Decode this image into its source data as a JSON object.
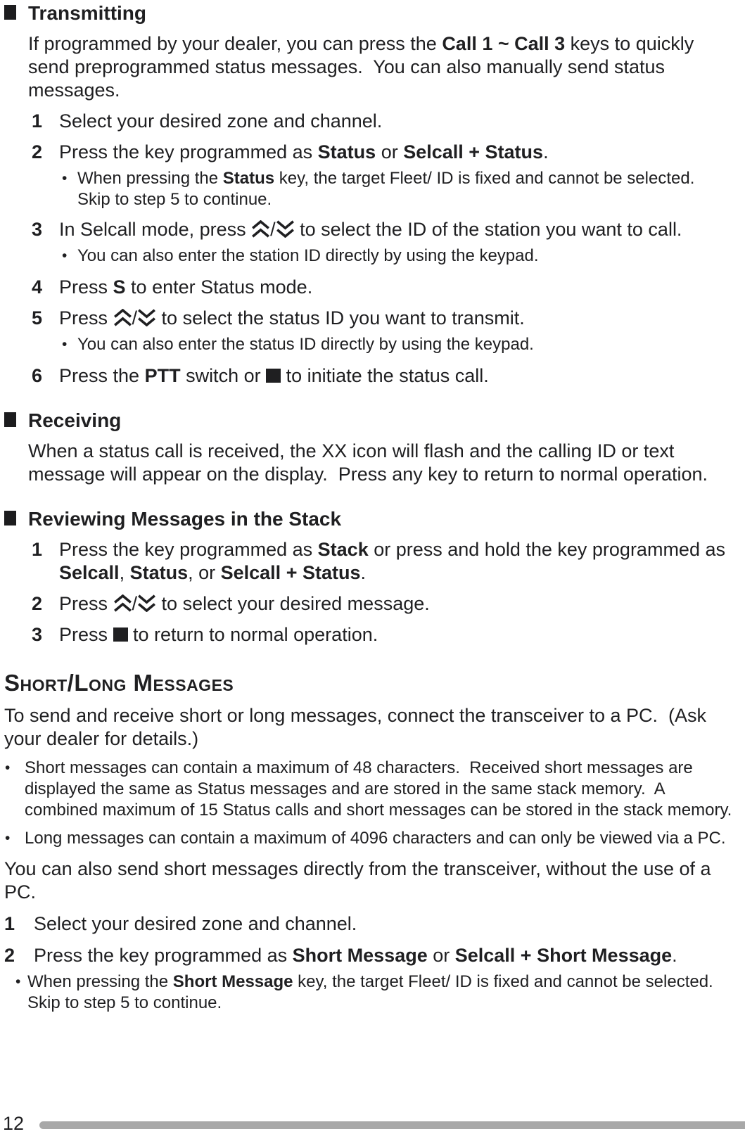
{
  "page": {
    "number": "12"
  },
  "colors": {
    "text": "#1f1f21",
    "footer_bar": "#a8a8a8",
    "heading_square": "#1c1c1e"
  },
  "glyphs": {
    "bullet": "•"
  },
  "sections": {
    "transmitting": {
      "title": "Transmitting",
      "intro": [
        {
          "t": "If programmed by your dealer, you can press the "
        },
        {
          "t": "Call 1 ~ Call 3",
          "b": true
        },
        {
          "t": " keys to quickly send preprogrammed status messages.  You can also manually send status messages."
        }
      ],
      "steps": [
        {
          "num": "1",
          "text": [
            {
              "t": "Select your desired zone and channel."
            }
          ]
        },
        {
          "num": "2",
          "text": [
            {
              "t": "Press the key programmed as "
            },
            {
              "t": "Status",
              "b": true
            },
            {
              "t": " or "
            },
            {
              "t": "Selcall + Status",
              "b": true
            },
            {
              "t": "."
            }
          ],
          "notes": [
            [
              {
                "t": "When pressing the "
              },
              {
                "t": "Status",
                "b": true
              },
              {
                "t": " key, the target Fleet/ ID is fixed and cannot be selected.  Skip to step 5 to continue."
              }
            ]
          ]
        },
        {
          "num": "3",
          "text": [
            {
              "t": "In Selcall mode, press "
            },
            {
              "icon": "chevrons-up"
            },
            {
              "t": "/"
            },
            {
              "icon": "chevrons-down"
            },
            {
              "t": " to select the ID of the station you want to call."
            }
          ],
          "notes": [
            [
              {
                "t": "You can also enter the station ID directly by using the keypad."
              }
            ]
          ]
        },
        {
          "num": "4",
          "text": [
            {
              "t": "Press "
            },
            {
              "t": "S",
              "b": true
            },
            {
              "t": " to enter Status mode."
            }
          ]
        },
        {
          "num": "5",
          "text": [
            {
              "t": "Press "
            },
            {
              "icon": "chevrons-up"
            },
            {
              "t": "/"
            },
            {
              "icon": "chevrons-down"
            },
            {
              "t": " to select the status ID you want to transmit."
            }
          ],
          "notes": [
            [
              {
                "t": "You can also enter the status ID directly by using the keypad."
              }
            ]
          ]
        },
        {
          "num": "6",
          "text": [
            {
              "t": "Press the "
            },
            {
              "t": "PTT",
              "b": true
            },
            {
              "t": " switch or "
            },
            {
              "icon": "square-key"
            },
            {
              "t": " to initiate the status call."
            }
          ]
        }
      ]
    },
    "receiving": {
      "title": "Receiving",
      "body": [
        {
          "t": "When a status call is received, the XX icon will flash and the calling ID or text message will appear on the display.  Press any key to return to normal operation."
        }
      ]
    },
    "reviewing": {
      "title": "Reviewing Messages in the Stack",
      "steps": [
        {
          "num": "1",
          "text": [
            {
              "t": "Press the key programmed as "
            },
            {
              "t": "Stack",
              "b": true
            },
            {
              "t": " or press and hold the key programmed as "
            },
            {
              "t": "Selcall",
              "b": true
            },
            {
              "t": ", "
            },
            {
              "t": "Status",
              "b": true
            },
            {
              "t": ", or "
            },
            {
              "t": "Selcall + Status",
              "b": true
            },
            {
              "t": "."
            }
          ]
        },
        {
          "num": "2",
          "text": [
            {
              "t": "Press "
            },
            {
              "icon": "chevrons-up"
            },
            {
              "t": "/"
            },
            {
              "icon": "chevrons-down"
            },
            {
              "t": " to select your desired message."
            }
          ]
        },
        {
          "num": "3",
          "text": [
            {
              "t": "Press "
            },
            {
              "icon": "square-key"
            },
            {
              "t": " to return to normal operation."
            }
          ]
        }
      ]
    },
    "short_long": {
      "title": "Short/Long Messages",
      "intro": [
        {
          "t": "To send and receive short or long messages, connect the transceiver to a PC.  (Ask your dealer for details.)"
        }
      ],
      "bullets": [
        [
          {
            "t": "Short messages can contain a maximum of 48 characters.  Received short messages are displayed the same as Status messages and are stored in the same stack memory.  A combined maximum of 15 Status calls and short messages can be stored in the stack memory."
          }
        ],
        [
          {
            "t": "Long messages can contain a maximum of 4096 characters and can only be viewed via a PC."
          }
        ]
      ],
      "para2": [
        {
          "t": "You can also send short messages directly from the transceiver, without the use of a PC."
        }
      ],
      "steps": [
        {
          "num": "1",
          "text": [
            {
              "t": "Select your desired zone and channel."
            }
          ]
        },
        {
          "num": "2",
          "text": [
            {
              "t": "Press the key programmed as "
            },
            {
              "t": "Short Message",
              "b": true
            },
            {
              "t": " or "
            },
            {
              "t": "Selcall + Short Message",
              "b": true
            },
            {
              "t": "."
            }
          ],
          "notes": [
            [
              {
                "t": "When pressing the "
              },
              {
                "t": "Short Message",
                "b": true
              },
              {
                "t": " key, the target Fleet/ ID is fixed and cannot be selected.  Skip to step 5 to continue."
              }
            ]
          ]
        }
      ]
    }
  }
}
